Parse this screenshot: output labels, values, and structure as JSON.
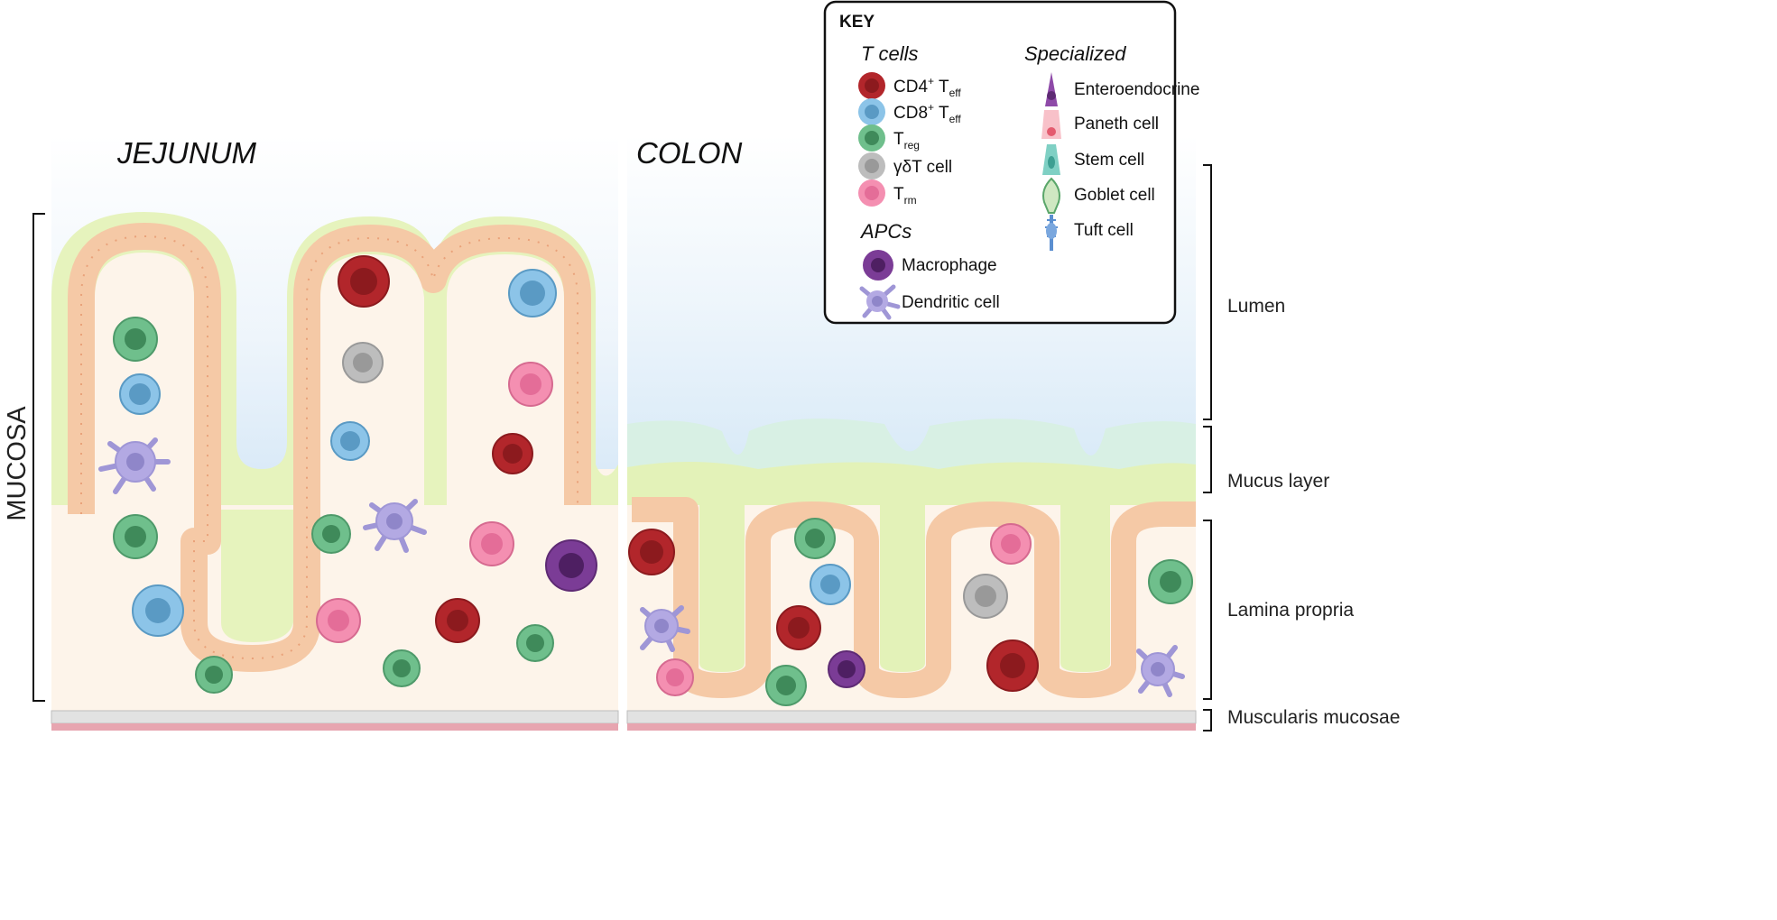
{
  "titles": {
    "left": "JEJUNUM",
    "right": "COLON"
  },
  "mucosa_label": "MUCOSA",
  "regions": {
    "lumen": "Lumen",
    "mucus": "Mucus layer",
    "lamina": "Lamina propria",
    "muscularis": "Muscularis mucosae"
  },
  "key": {
    "title": "KEY",
    "t_cells_heading": "T cells",
    "specialized_heading": "Specialized",
    "apcs_heading": "APCs",
    "t_cells": [
      {
        "base": "CD4",
        "sup": "+",
        "mid": " T",
        "sub": "eff",
        "color": "#b2262b"
      },
      {
        "base": "CD8",
        "sup": "+",
        "mid": " T",
        "sub": "eff",
        "color": "#8cc4e8"
      },
      {
        "base": "",
        "sup": "",
        "mid": "T",
        "sub": "reg",
        "color": "#6fbf8c"
      },
      {
        "base": "γδT cell",
        "sup": "",
        "mid": "",
        "sub": "",
        "color": "#bdbdbd"
      },
      {
        "base": "",
        "sup": "",
        "mid": "T",
        "sub": "rm",
        "color": "#f48fb1"
      }
    ],
    "apcs": [
      {
        "label": "Macrophage",
        "color": "#7b3c96"
      },
      {
        "label": "Dendritic cell",
        "color": "#b3a9e3"
      }
    ],
    "specialized": [
      {
        "label": "Enteroendocrine",
        "color": "#8e4aa8"
      },
      {
        "label": "Paneth cell",
        "color": "#f3a0ae"
      },
      {
        "label": "Stem cell",
        "color": "#7fd0c4"
      },
      {
        "label": "Goblet cell",
        "color": "#7cc48a"
      },
      {
        "label": "Tuft cell",
        "color": "#5b8fd0"
      }
    ]
  },
  "colors": {
    "lumen_top": "#ffffff",
    "lumen_bottom": "#b6d6f2",
    "mucus_inner": "#e3f2b8",
    "mucus_outer": "#d8f0e4",
    "epithelium": "#f7d3b5",
    "lamina": "#fdf4ea",
    "muscle": "#e0e0e0",
    "muscle_stripe": "#e7a5b0"
  }
}
